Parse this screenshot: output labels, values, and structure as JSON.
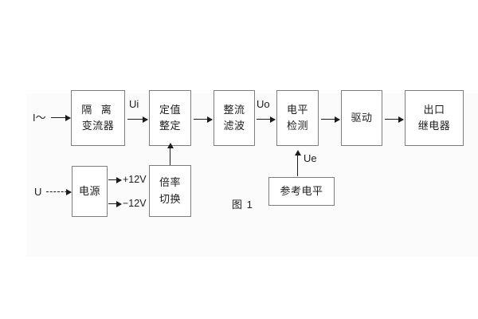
{
  "figure": {
    "caption": "图 1",
    "background_color": "#fbfbfb",
    "line_color": "#1c1c1c",
    "box_border_color": "#7d7d7d"
  },
  "signal_chain": {
    "input_label": "I～",
    "blocks": [
      {
        "id": "isolation-ct",
        "line1": "隔 离",
        "line2": "变流器"
      },
      {
        "id": "setting-value",
        "line1": "定值",
        "line2": "整定"
      },
      {
        "id": "rectify-filter",
        "line1": "整流",
        "line2": "滤波"
      },
      {
        "id": "level-detect",
        "line1": "电平",
        "line2": "检测"
      },
      {
        "id": "drive",
        "line1": "驱动",
        "line2": ""
      },
      {
        "id": "output-relay",
        "line1": "出口",
        "line2": "继电器"
      }
    ],
    "signal_labels": [
      {
        "id": "ui",
        "text": "Ui"
      },
      {
        "id": "uo",
        "text": "Uo"
      },
      {
        "id": "ue",
        "text": "Ue"
      }
    ]
  },
  "power_chain": {
    "input_label": "U",
    "blocks": [
      {
        "id": "power-supply",
        "line1": "电源",
        "line2": ""
      },
      {
        "id": "multiplier-switch",
        "line1": "倍率",
        "line2": "切换"
      },
      {
        "id": "reference-level",
        "line1": "参考电平",
        "line2": ""
      }
    ],
    "rail_labels": [
      {
        "id": "rail-positive",
        "text": "+12V"
      },
      {
        "id": "rail-negative",
        "text": "−12V"
      }
    ]
  }
}
